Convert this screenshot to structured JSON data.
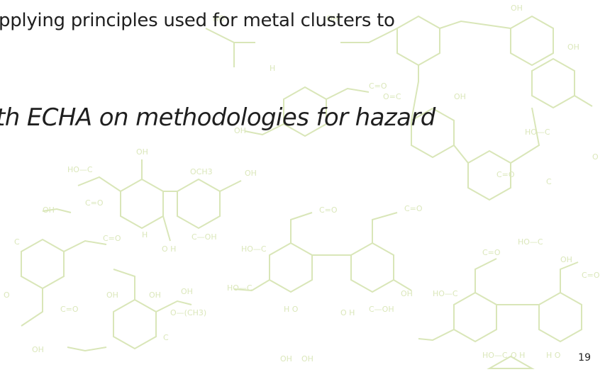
{
  "slide": {
    "line1": "pplying principles used for metal clusters to",
    "line2": "th ECHA on methodologies for hazard",
    "page_number": "19"
  },
  "background": {
    "motif": "chemical-structure-watermark",
    "color": "#dfeac0",
    "labels": [
      "OH",
      "HO",
      "C=O",
      "O",
      "H",
      "C",
      "OCH3",
      "(CH3)"
    ]
  }
}
